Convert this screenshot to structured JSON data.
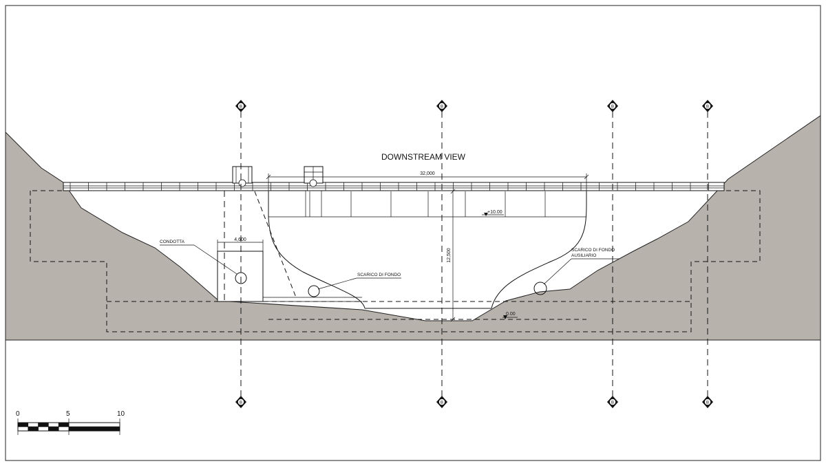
{
  "title": "DOWNSTREAM VIEW",
  "labels": {
    "condotta": "CONDOTTA",
    "scarico_di_fondo": "SCARICO DI FONDO",
    "scarico_ausiliario_line1": "SCARICO DI FONDO",
    "scarico_ausiliario_line2": "AUSILIARIO"
  },
  "dimensions": {
    "span": "32,000",
    "intake_width": "4,600",
    "height": "12,500",
    "top_level": "+10.00",
    "bottom_level": "0.00"
  },
  "section_markers": {
    "symbol": "B"
  },
  "scale_bar": {
    "labels": [
      "0",
      "5",
      "10"
    ]
  },
  "colors": {
    "terrain": "#b8b2ad",
    "line": "#111111"
  }
}
